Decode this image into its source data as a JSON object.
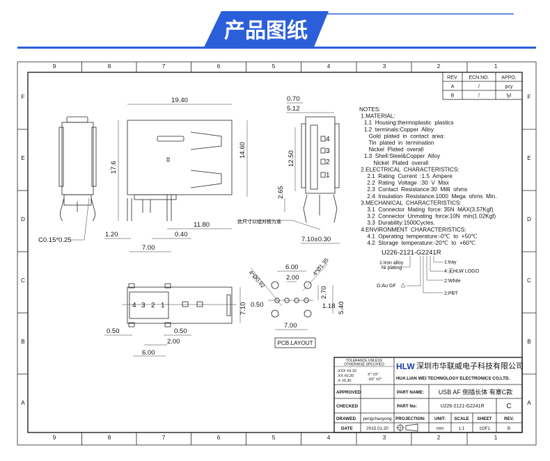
{
  "header": {
    "title": "产品图纸",
    "accent": "#2b5fd9"
  },
  "grid": {
    "columns": [
      "9",
      "8",
      "7",
      "6",
      "5",
      "4",
      "3",
      "2",
      "1"
    ],
    "rows": [
      "F",
      "E",
      "D",
      "C",
      "B",
      "A"
    ]
  },
  "revisions": {
    "headers": [
      "REV.",
      "ECN.NO.",
      "APPO."
    ],
    "rows": [
      [
        "A",
        "/",
        "pcy"
      ],
      [
        "B",
        "/",
        "lyl"
      ]
    ]
  },
  "notes": [
    "NOTES:",
    " 1.MATERIAL:",
    "   1.1  Housing:thermoplastic  plastics",
    "   1.2  terminals:Copper  Alloy",
    "      Gold  plated  in  contact  area:",
    "      Tin  plated  in  termination",
    "      Nickel  Plated  overall",
    "   1.3  Shell:Steel&Copper  Alloy",
    "         Nickel  Plated  overall",
    " 2.ELECTRICAL  CHARACTERISTICS:",
    "     2.1  Rating  Current  :1.5  Ampere",
    "     2.2  Rating  Voltage  :30  V  Max",
    "     2.3  Contact  Resistance:30  Milli  ohms",
    "     2.4  Insulation  Resistance:1000  Mega  ohms  Min.",
    " 3.MECHANICAL  CHARACTERISTICS:",
    "     3.1  Connector  Mating  force: 35N  MAX(3.57Kgf)",
    "     3.2  Connector  Unmating  force:10N  min(1.02Kgf)",
    "     3.3  Durability:1500Cycles.",
    " 4.ENVIRONMENT  CHARACTERISTICS:",
    "     4.1  Operating  temperature:-0℃  to  +50℃",
    "     4.2  Storage  temperature:-20℃  to  +60℃"
  ],
  "part_code": {
    "code": "U226-2121-G2241R",
    "iron_alloy": "1:Iron alloy",
    "ni_plating": "Ni plating",
    "au": "G:Au GF",
    "pbt": "2:PBT",
    "white": "2:White",
    "logo": "4:无HLW LOGO",
    "tray": "1:tray"
  },
  "dims": {
    "d19_40": "19.40",
    "d17_6": "17.6",
    "d14_60": "14.60",
    "d11_80": "11.80",
    "d1_20": "1.20",
    "d0_40": "0.40",
    "d7_00a": "7.00",
    "chamfer": "C0.15*0.25",
    "d0_70": "0.70",
    "d5_12": "5.12",
    "d12_50": "12.50",
    "d2_65": "2.65",
    "d7_10pm": "7.10±0.30",
    "board_note": "此尺寸以组对板为准",
    "pins": [
      "4",
      "3",
      "2",
      "1"
    ],
    "d7_10": "7.10",
    "b0_50a": "0.50",
    "b0_50b": "0.50",
    "b2_00": "2.00",
    "b6_00": "6.00",
    "p6_00": "6.00",
    "p2_00": "2.00",
    "p0_50": "0.50",
    "p2_70": "2.70",
    "p1_18": "1.18",
    "p5_40": "5.40",
    "p7_00": "7.00",
    "p_hole_small": "4*Ø0.92",
    "p_hole_large": "4*Ø1.35",
    "pcb_label": "PCB.LAYOUT"
  },
  "title_block": {
    "tolerance_title1": "TOLERANCE UNLESS",
    "tolerance_title2": "OTHERWISE SPECIFIED",
    "tol": [
      ".XXX ±0.10",
      ".XX  ±0.20",
      ".X   ±0.30",
      "X°  ±3°",
      ".X0° ±2°"
    ],
    "logo": "HLW",
    "company_cn": "深圳市华联威电子科技有限公司",
    "company_en": "HUA LIAN WEI TECHNOLOGY ELECTRONICS CO;LTD.",
    "approved_label": "APPROVED",
    "checked_label": "CHECKED",
    "drawed_label": "DRAWED",
    "drawed_value": "pengchaoyong",
    "date_label": "DATE",
    "date_value": "2015.01.20",
    "part_name_label": "PART NAME:",
    "part_name_value": "USB AF 侧插长体 有寨C款",
    "part_no_label": "PART No:",
    "part_no_value": "U226-2121-G2241R",
    "part_rev": "C",
    "projection_label": "PROJECTION:",
    "unit_label": "UNIT:",
    "unit_value": "mm",
    "scale_label": "SCALE",
    "scale_value": "1:1",
    "sheet_label": "SHEET",
    "sheet_value": "1OF1",
    "rev_label": "REV.",
    "rev_value": "B"
  }
}
